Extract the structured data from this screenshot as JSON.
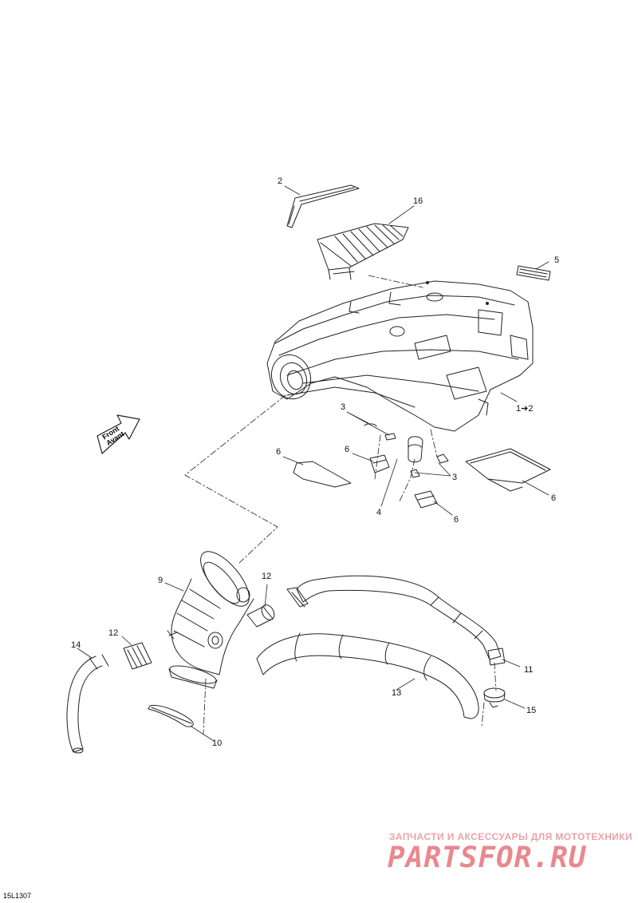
{
  "diagram": {
    "drawing_code": "15L1307",
    "front_badge": {
      "line1": "Front",
      "line2": "Avant"
    },
    "callouts": [
      {
        "id": "c2",
        "text": "2"
      },
      {
        "id": "c16",
        "text": "16"
      },
      {
        "id": "c5",
        "text": "5"
      },
      {
        "id": "c1to2",
        "text": "1➔2"
      },
      {
        "id": "c3a",
        "text": "3"
      },
      {
        "id": "c6a",
        "text": "6"
      },
      {
        "id": "c6b",
        "text": "6"
      },
      {
        "id": "c3b",
        "text": "3"
      },
      {
        "id": "c6c",
        "text": "6"
      },
      {
        "id": "c4",
        "text": "4"
      },
      {
        "id": "c6d",
        "text": "6"
      },
      {
        "id": "c9",
        "text": "9"
      },
      {
        "id": "c12a",
        "text": "12"
      },
      {
        "id": "c12b",
        "text": "12"
      },
      {
        "id": "c14",
        "text": "14"
      },
      {
        "id": "c10",
        "text": "10"
      },
      {
        "id": "c11",
        "text": "11"
      },
      {
        "id": "c13",
        "text": "13"
      },
      {
        "id": "c15",
        "text": "15"
      }
    ]
  },
  "watermark": {
    "tagline": "ЗАПЧАСТИ И АКСЕССУАРЫ ДЛЯ МОТОТЕХНИКИ",
    "logo": "PARTSFOR.RU"
  },
  "colors": {
    "line": "#222222",
    "watermark": "#e9888f"
  }
}
